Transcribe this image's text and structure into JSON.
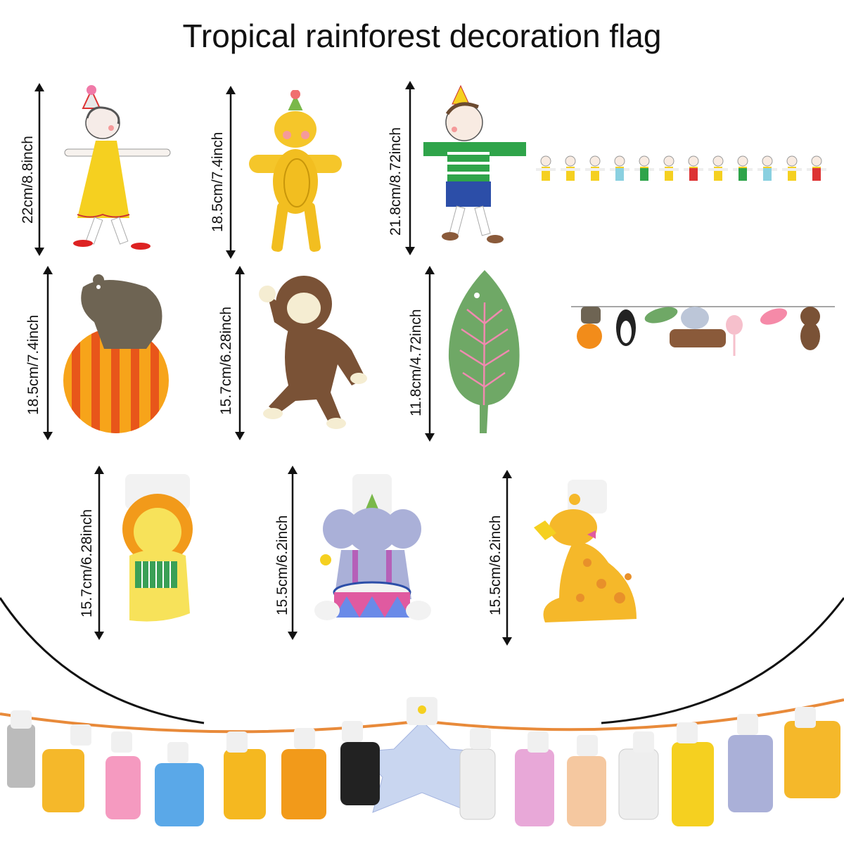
{
  "title": "Tropical rainforest decoration flag",
  "dimensions": [
    {
      "id": "girl",
      "label": "22cm/8.8inch"
    },
    {
      "id": "cat",
      "label": "18.5cm/7.4inch"
    },
    {
      "id": "boy",
      "label": "21.8cm/8.72inch"
    },
    {
      "id": "bear",
      "label": "18.5cm/7.4inch"
    },
    {
      "id": "monkey",
      "label": "15.7cm/6.28inch"
    },
    {
      "id": "leaf",
      "label": "11.8cm/4.72inch"
    },
    {
      "id": "lion",
      "label": "15.7cm/6.28inch"
    },
    {
      "id": "elephant",
      "label": "15.5cm/6.2inch"
    },
    {
      "id": "giraffe",
      "label": "15.5cm/6.2inch"
    }
  ],
  "colors": {
    "yellow": "#f5d020",
    "orange": "#f28c1a",
    "green": "#5a9f5a",
    "brown": "#6b4a30",
    "grey": "#a9afc9",
    "string": "#e88a3a"
  }
}
